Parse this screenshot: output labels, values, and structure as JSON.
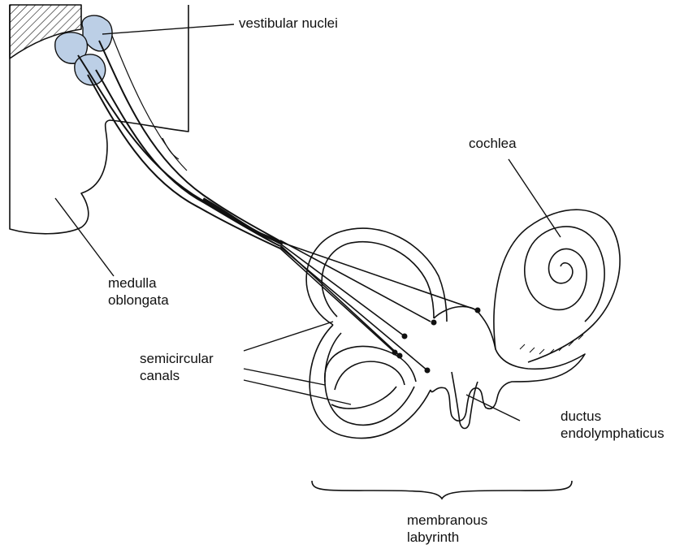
{
  "colors": {
    "ink": "#111111",
    "nucleus_fill": "#bccfe6",
    "background": "#ffffff"
  },
  "labels": {
    "vestibular_nuclei": "vestibular nuclei",
    "cochlea": "cochlea",
    "medulla_line1": "medulla",
    "medulla_line2": "oblongata",
    "semicircular_line1": "semicircular",
    "semicircular_line2": "canals",
    "ductus_line1": "ductus",
    "ductus_line2": "endolymphaticus",
    "membranous_line1": "membranous",
    "membranous_line2": "labyrinth"
  }
}
